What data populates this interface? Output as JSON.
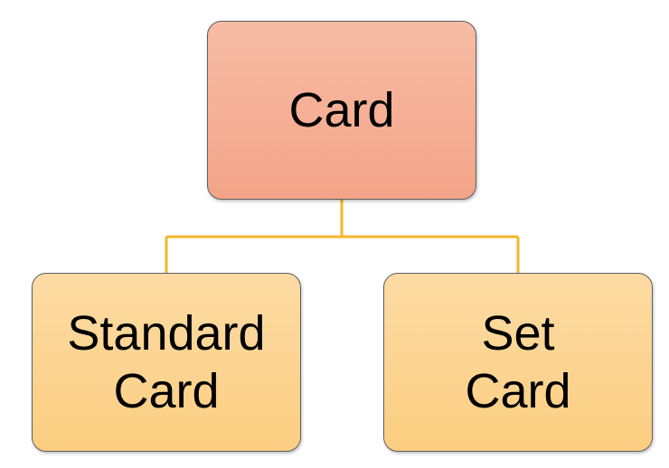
{
  "diagram": {
    "root": {
      "label": "Card",
      "fill": "#f5b096"
    },
    "children": [
      {
        "label": "Standard\nCard",
        "fill": "#fcd592"
      },
      {
        "label": "Set\nCard",
        "fill": "#fcd592"
      }
    ],
    "connector_color": "#f5b52b"
  }
}
